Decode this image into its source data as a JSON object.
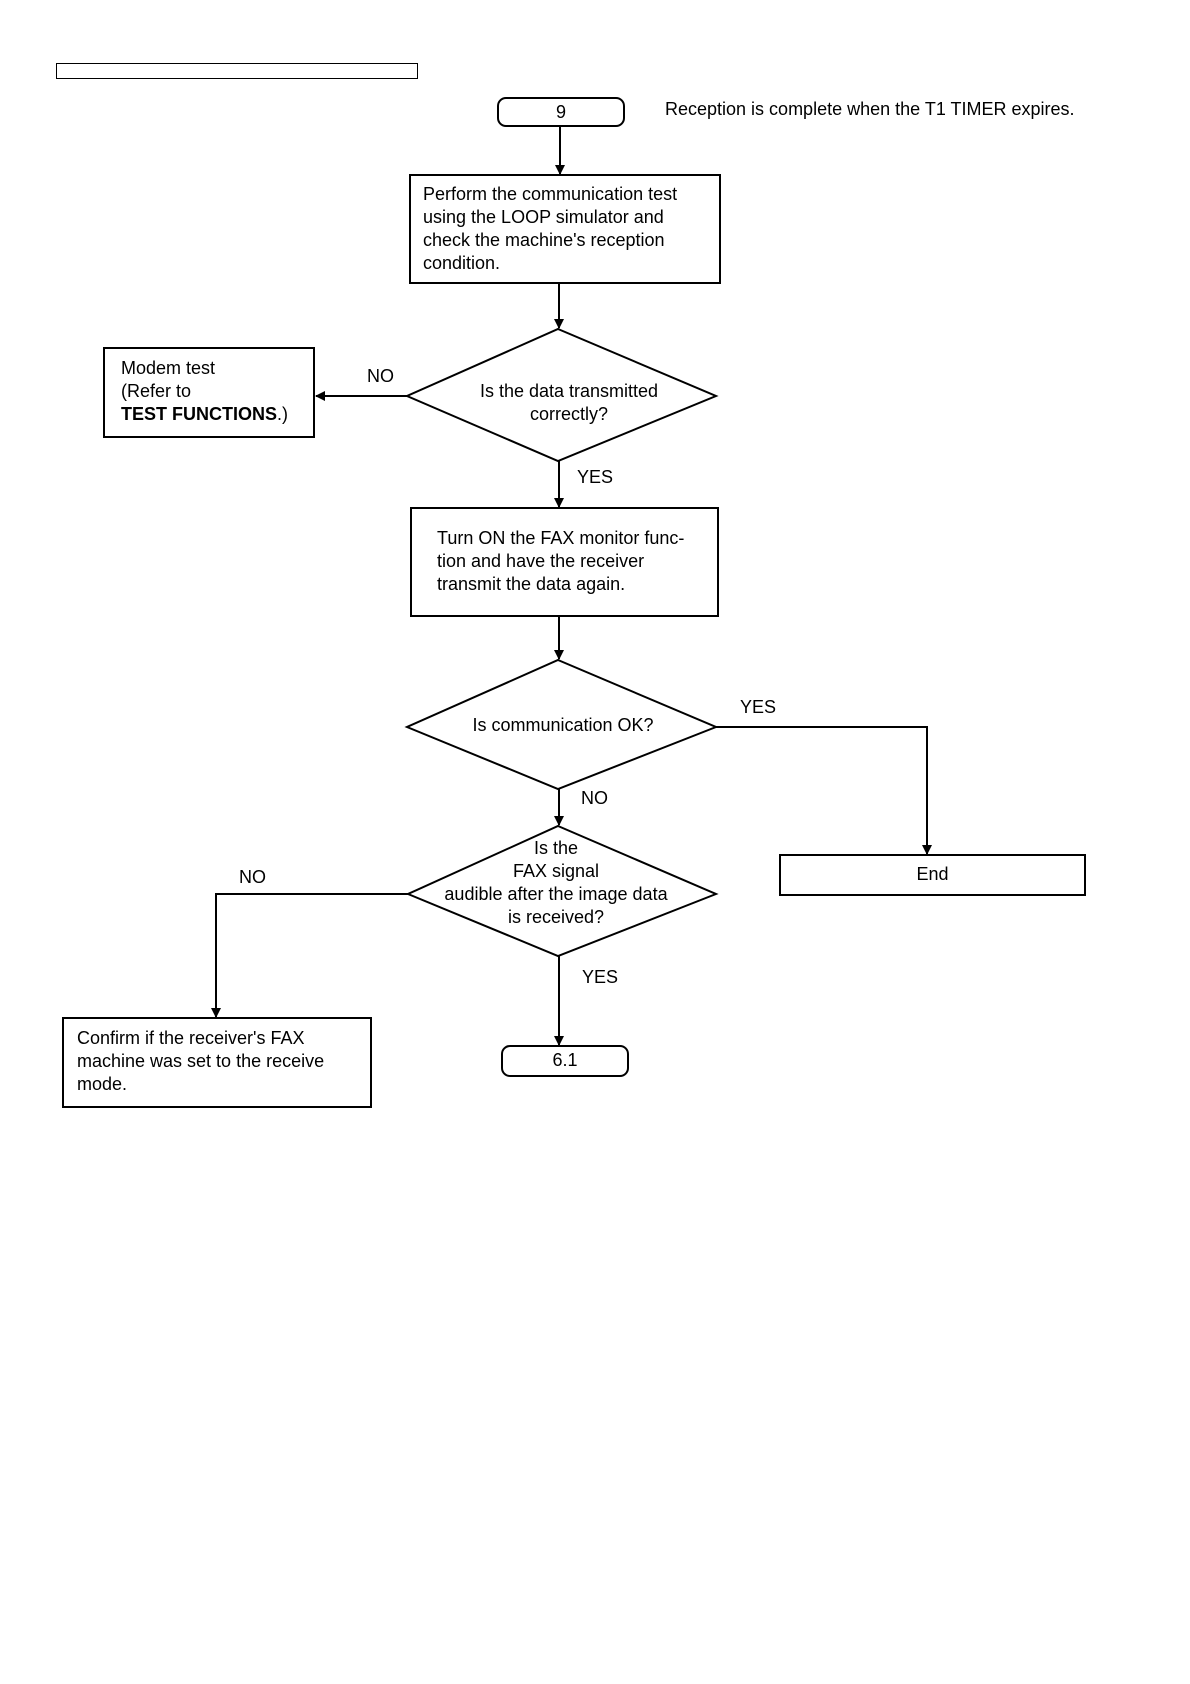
{
  "header": {
    "bar_text": ""
  },
  "note": "Reception is complete when the T1 TIMER expires.",
  "nodes": {
    "start": "9",
    "step1": [
      "Perform the communication test",
      "using the LOOP simulator and",
      "check the machine's reception",
      "condition."
    ],
    "decision1": [
      "Is the data transmitted",
      "correctly?"
    ],
    "modem": {
      "line1": "Modem test",
      "line2": "(Refer to",
      "line3_bold": "TEST FUNCTIONS",
      "line3_tail": ".)"
    },
    "step2": [
      "Turn ON the FAX monitor func-",
      "tion and have the receiver",
      "transmit the data again."
    ],
    "decision2": "Is communication OK?",
    "end": "End",
    "decision3": [
      "Is the",
      "FAX signal",
      "audible after the image data",
      "is received?"
    ],
    "confirm": [
      "Confirm if the receiver's FAX",
      "machine was set to the receive",
      "mode."
    ],
    "goto": "6.1"
  },
  "edges": {
    "d1_no": "NO",
    "d1_yes": "YES",
    "d2_yes": "YES",
    "d2_no": "NO",
    "d3_no": "NO",
    "d3_yes": "YES"
  }
}
